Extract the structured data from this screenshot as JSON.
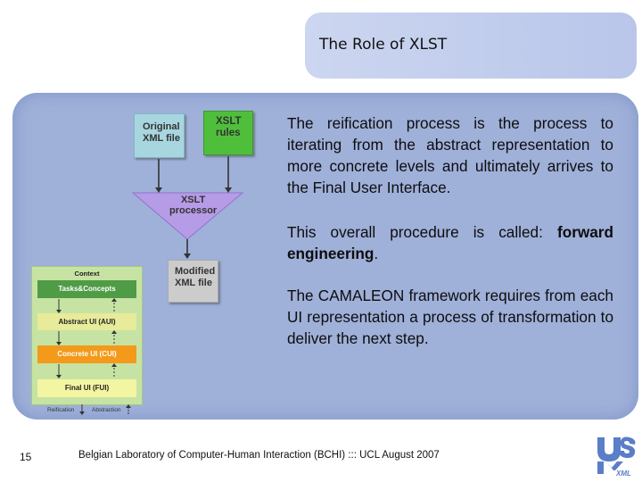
{
  "slide": {
    "title": "The Role of XLST",
    "page_number": "15",
    "footer": "Belgian Laboratory of Computer-Human Interaction (BCHI) ::: UCL  August 2007"
  },
  "body": {
    "para1": "The reification process is the process to iterating from the abstract representation to more concrete levels and ultimately arrives to the Final User Interface.",
    "para2_prefix": "This overall procedure is called: ",
    "para2_bold": "forward engineering",
    "para2_suffix": ".",
    "para3": "The CAMALEON framework requires from each UI representation a process of transformation to deliver the next step."
  },
  "diagram": {
    "original_line1": "Original",
    "original_line2": "XML file",
    "rules_line1": "XSLT",
    "rules_line2": "rules",
    "processor_line1": "XSLT",
    "processor_line2": "processor",
    "modified_line1": "Modified",
    "modified_line2": "XML file"
  },
  "camaleon": {
    "context": "Context",
    "tasks": "Tasks&Concepts",
    "abstract": "Abstract UI (AUI)",
    "concrete": "Concrete UI (CUI)",
    "final": "Final UI (FUI)",
    "reification": "Reification",
    "abstraction": "Abstraction"
  },
  "logo": {
    "text": "USIXML"
  },
  "colors": {
    "panel": "#9fb0d9",
    "title_bar": "#c4cff0",
    "xslt_green": "#4fbf3b",
    "original_blue": "#a8d6df",
    "processor_purple": "#b69be6",
    "camaleon_green": "#c7e3a3",
    "concrete_orange": "#f39a1b"
  }
}
